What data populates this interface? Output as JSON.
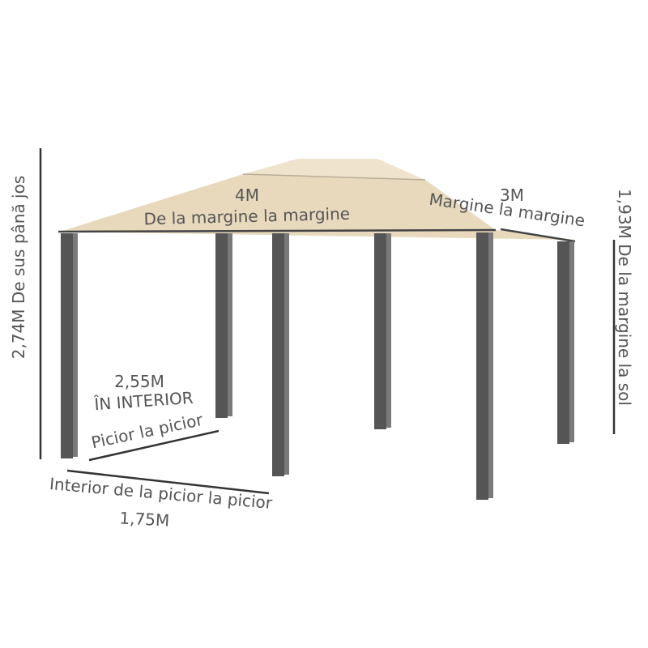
{
  "labels": {
    "width_value": "4M",
    "width_desc": "De la margine la margine",
    "depth_value": "3M",
    "depth_desc": "Margine la margine",
    "total_height": "2,74M De sus până jos",
    "edge_height": "1,93M De la margine la sol",
    "inner_depth_value": "2,55M",
    "inner_depth_note": "ÎN INTERIOR",
    "inner_depth_desc": "Picior la picior",
    "inner_width_desc": "Interior de la picior la picior",
    "inner_width_value": "1,75M"
  },
  "colors": {
    "canopy": "#e8d9bd",
    "canopy_top": "#efe3cc",
    "post_face": "#555555",
    "post_side": "#7a7a7a",
    "lines": "#333333",
    "text": "#555555"
  }
}
